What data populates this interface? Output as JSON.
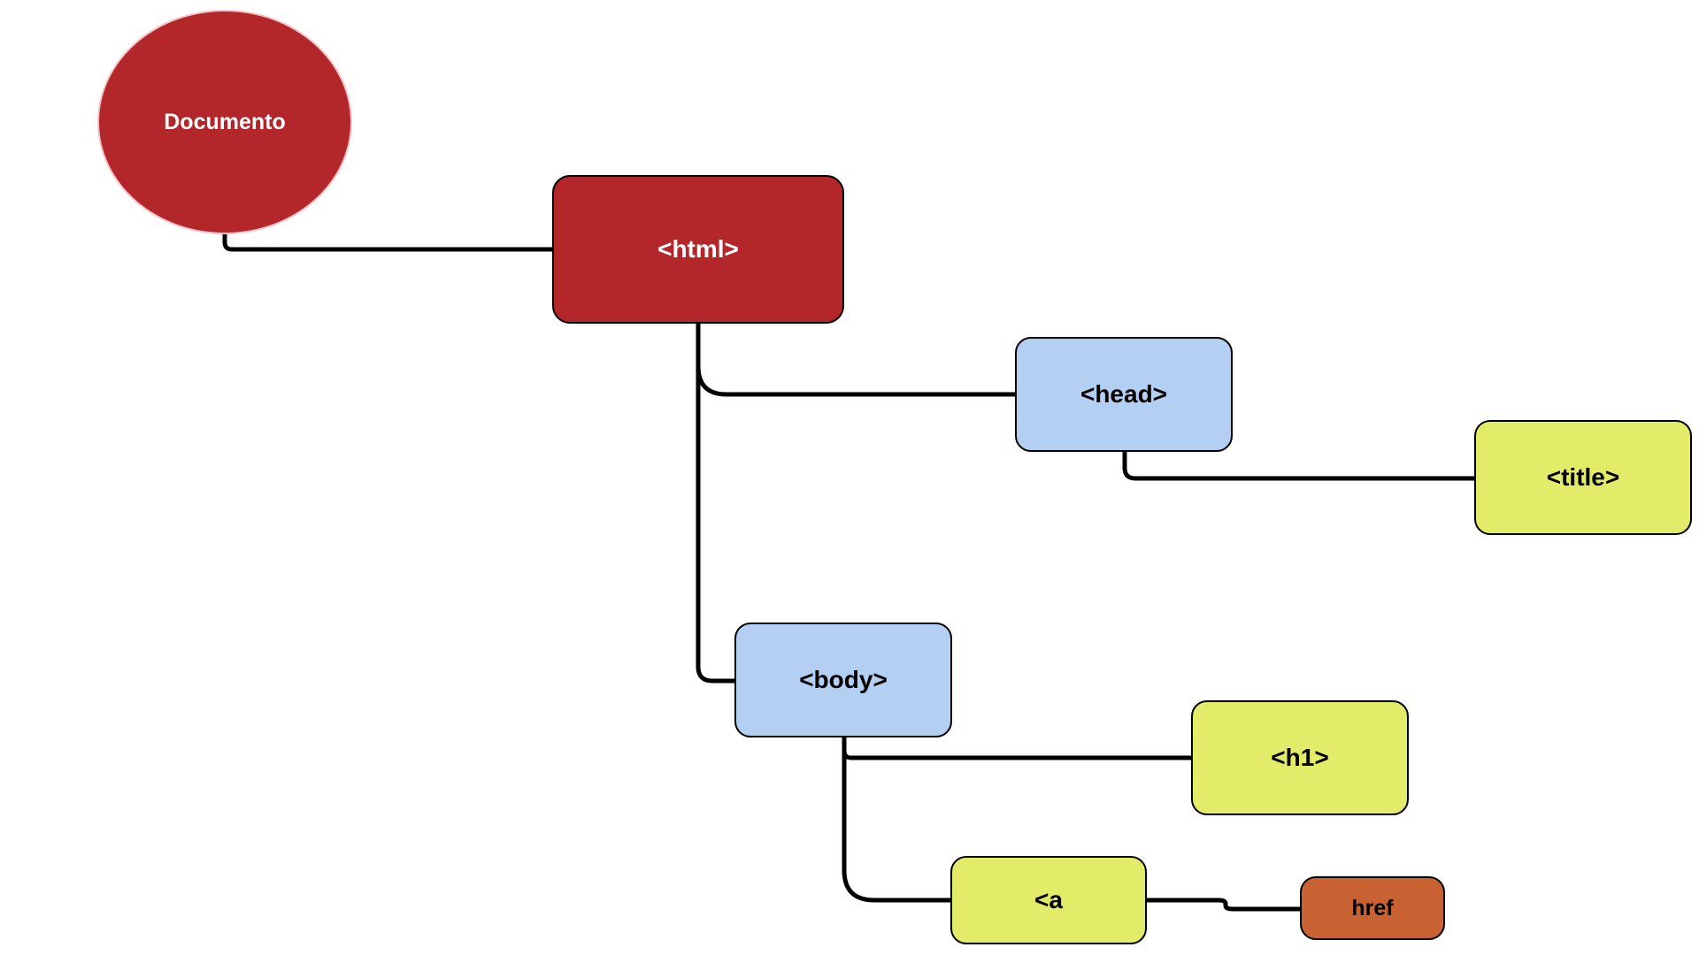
{
  "diagram": {
    "nodes": [
      {
        "id": "documento",
        "label": "Documento",
        "color": "#b3272b",
        "text_color": "#ffffff",
        "shape": "ellipse"
      },
      {
        "id": "html",
        "label": "<html>",
        "color": "#b3272b",
        "text_color": "#ffffff",
        "shape": "rounded-rect"
      },
      {
        "id": "head",
        "label": "<head>",
        "color": "#b3cff2",
        "text_color": "#000000",
        "shape": "rounded-rect"
      },
      {
        "id": "title",
        "label": "<title>",
        "color": "#e2ec68",
        "text_color": "#000000",
        "shape": "rounded-rect"
      },
      {
        "id": "body",
        "label": "<body>",
        "color": "#b3cff2",
        "text_color": "#000000",
        "shape": "rounded-rect"
      },
      {
        "id": "h1",
        "label": "<h1>",
        "color": "#e2ec68",
        "text_color": "#000000",
        "shape": "rounded-rect"
      },
      {
        "id": "a",
        "label": "<a",
        "color": "#e2ec68",
        "text_color": "#000000",
        "shape": "rounded-rect"
      },
      {
        "id": "href",
        "label": "href",
        "color": "#c86233",
        "text_color": "#000000",
        "shape": "rounded-rect"
      }
    ],
    "edges": [
      {
        "from": "documento",
        "to": "html"
      },
      {
        "from": "html",
        "to": "head"
      },
      {
        "from": "html",
        "to": "body"
      },
      {
        "from": "head",
        "to": "title"
      },
      {
        "from": "body",
        "to": "h1"
      },
      {
        "from": "body",
        "to": "a"
      },
      {
        "from": "a",
        "to": "href"
      }
    ]
  }
}
